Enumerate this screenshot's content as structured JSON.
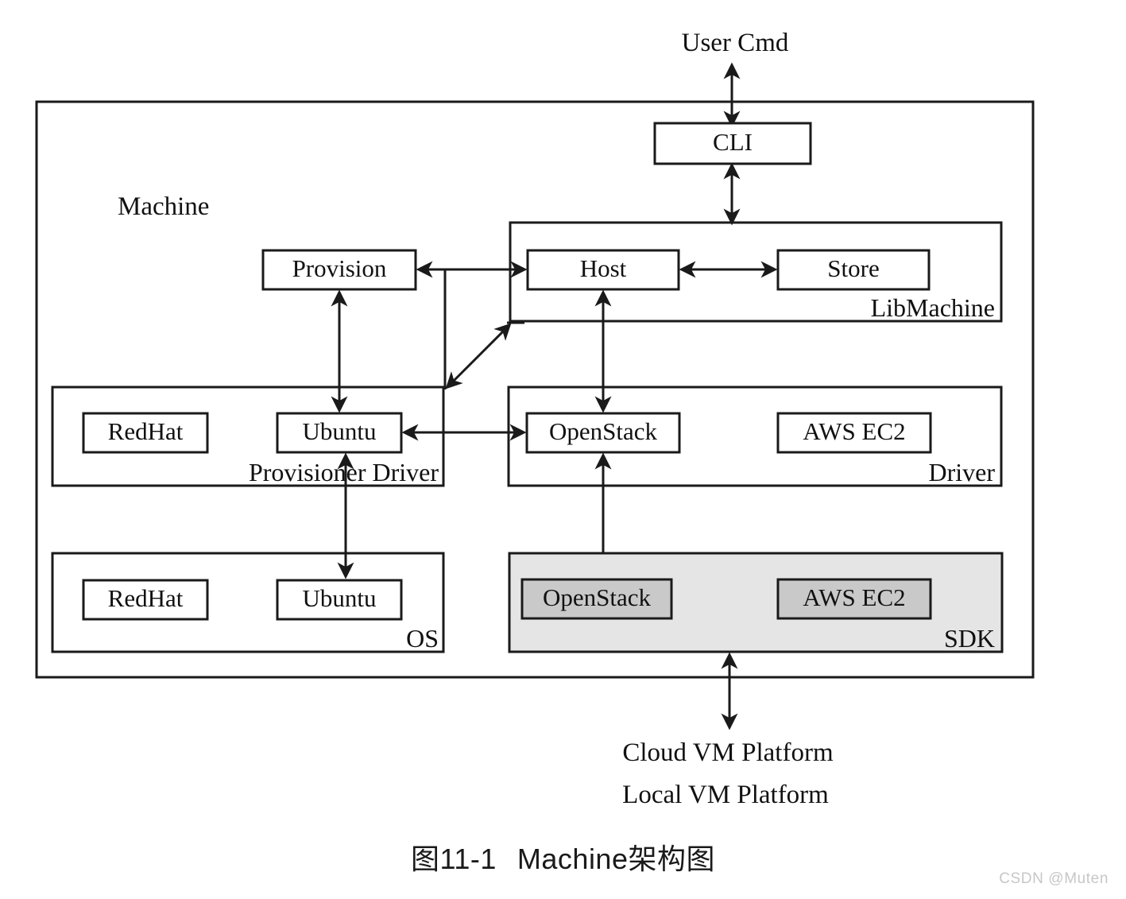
{
  "figure": {
    "caption_number": "图11-1",
    "caption_title": "Machine架构图",
    "watermark": "CSDN @Muten"
  },
  "diagram": {
    "type": "architecture-block-diagram",
    "outer_container_label": "Machine",
    "external_labels": {
      "top": "User Cmd",
      "bottom_line1": "Cloud VM Platform",
      "bottom_line2": "Local VM Platform"
    },
    "nodes": {
      "cli": "CLI",
      "provision": "Provision",
      "host": "Host",
      "store": "Store",
      "provisioner_redhat": "RedHat",
      "provisioner_ubuntu": "Ubuntu",
      "driver_openstack": "OpenStack",
      "driver_aws": "AWS EC2",
      "os_redhat": "RedHat",
      "os_ubuntu": "Ubuntu",
      "sdk_openstack": "OpenStack",
      "sdk_aws": "AWS EC2"
    },
    "groups": {
      "libmachine": "LibMachine",
      "provisioner_driver": "Provisioner Driver",
      "driver": "Driver",
      "os": "OS",
      "sdk": "SDK"
    },
    "colors": {
      "stroke": "#1a1a1a",
      "background": "#ffffff",
      "sdk_group_fill": "#e5e5e5",
      "sdk_box_fill": "#c9c9c9",
      "watermark": "#c7c7c7"
    },
    "connections": [
      {
        "from": "User Cmd",
        "to": "CLI",
        "direction": "bidirectional"
      },
      {
        "from": "CLI",
        "to": "LibMachine",
        "direction": "bidirectional"
      },
      {
        "from": "Host",
        "to": "Store",
        "direction": "bidirectional"
      },
      {
        "from": "Host",
        "to": "Provision",
        "direction": "bidirectional"
      },
      {
        "from": "Provision",
        "to": "Ubuntu (Provisioner Driver)",
        "direction": "bidirectional"
      },
      {
        "from": "LibMachine",
        "to": "Provisioner Driver",
        "direction": "bidirectional"
      },
      {
        "from": "Ubuntu (Provisioner Driver)",
        "to": "OpenStack (Driver)",
        "direction": "bidirectional"
      },
      {
        "from": "Host",
        "to": "OpenStack (Driver)",
        "direction": "bidirectional"
      },
      {
        "from": "Ubuntu (Provisioner Driver)",
        "to": "Ubuntu (OS)",
        "direction": "bidirectional"
      },
      {
        "from": "OpenStack (Driver)",
        "to": "OpenStack (SDK)",
        "direction": "bidirectional"
      },
      {
        "from": "SDK",
        "to": "Cloud/Local VM Platform",
        "direction": "bidirectional"
      }
    ]
  }
}
